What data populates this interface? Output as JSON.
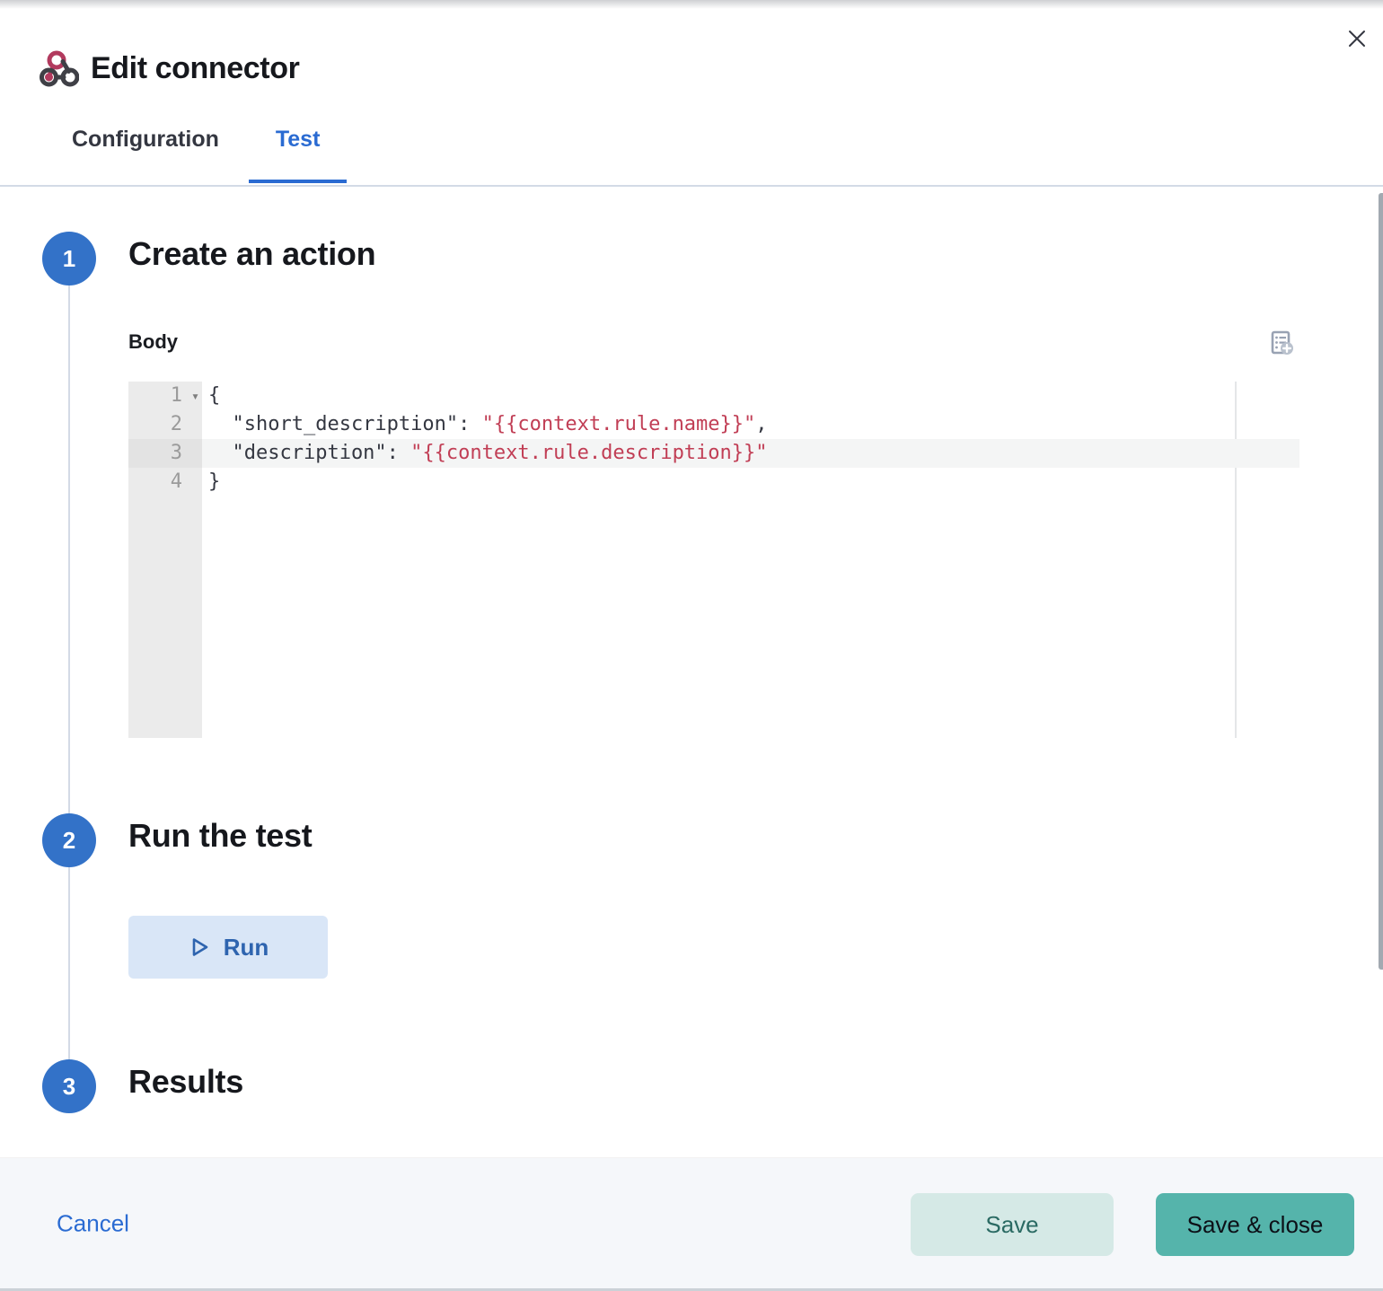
{
  "header": {
    "title": "Edit connector",
    "app_icon": "webhook-icon",
    "close_icon": "close-icon"
  },
  "tabs": [
    {
      "label": "Configuration",
      "active": false
    },
    {
      "label": "Test",
      "active": true
    }
  ],
  "steps": [
    {
      "number": "1",
      "title": "Create an action"
    },
    {
      "number": "2",
      "title": "Run the test"
    },
    {
      "number": "3",
      "title": "Results"
    }
  ],
  "body_section": {
    "label": "Body",
    "add_variable_icon": "list-add-icon"
  },
  "editor": {
    "language": "json",
    "active_line": 3,
    "lines": [
      {
        "num": "1",
        "fold": true,
        "active": false,
        "tokens": [
          {
            "t": "{",
            "c": "plain"
          }
        ]
      },
      {
        "num": "2",
        "active": false,
        "tokens": [
          {
            "t": "  \"short_description\": ",
            "c": "plain"
          },
          {
            "t": "\"{{context.rule.name}}\"",
            "c": "string"
          },
          {
            "t": ",",
            "c": "plain"
          }
        ]
      },
      {
        "num": "3",
        "active": true,
        "tokens": [
          {
            "t": "  \"description\": ",
            "c": "plain"
          },
          {
            "t": "\"{{context.rule.description}}\"",
            "c": "string"
          }
        ]
      },
      {
        "num": "4",
        "active": false,
        "tokens": [
          {
            "t": "}",
            "c": "plain"
          }
        ]
      }
    ]
  },
  "run_button": {
    "label": "Run",
    "icon": "play-icon"
  },
  "footer": {
    "cancel_label": "Cancel",
    "save_label": "Save",
    "save_close_label": "Save & close"
  },
  "colors": {
    "accent_blue": "#2a6bd2",
    "step_circle_blue": "#3372c8",
    "run_button_bg": "#d9e6f7",
    "code_string_red": "#c13e55",
    "save_bg": "#d5e9e6",
    "save_text": "#2a6a63",
    "save_close_bg": "#55b4ab",
    "footer_bg": "#f5f7fa",
    "divider": "#d3dae6"
  }
}
